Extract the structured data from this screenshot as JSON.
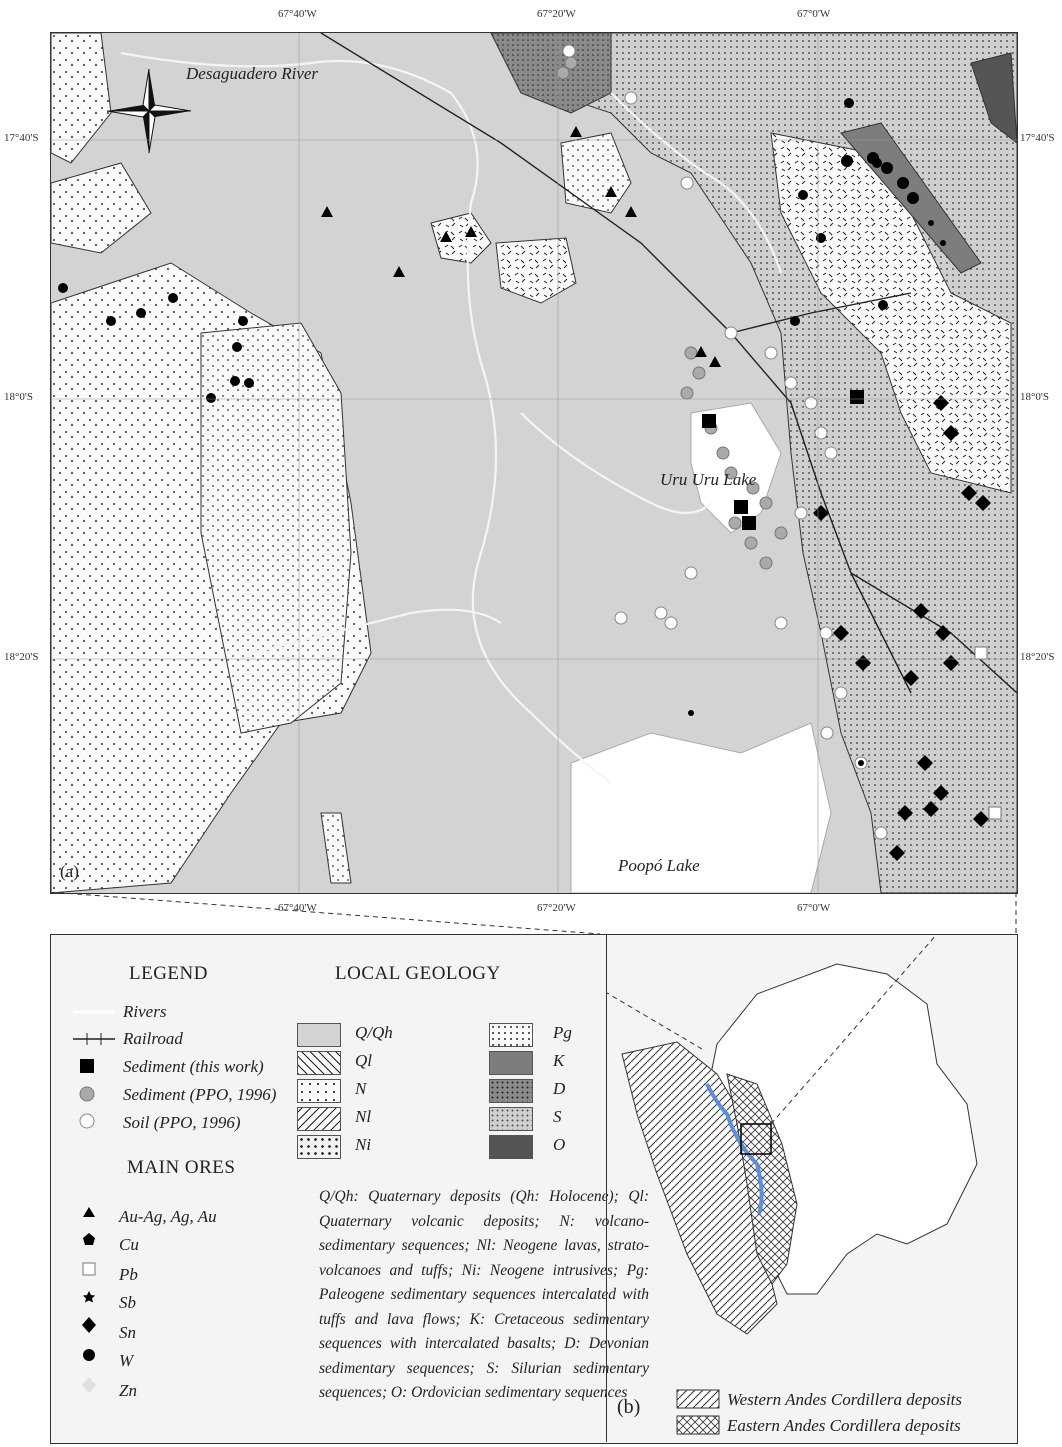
{
  "map": {
    "panel_label": "(a)",
    "coords_top": [
      "67°40'W",
      "67°20'W",
      "67°0'W"
    ],
    "coords_bottom": [
      "67°40'W",
      "67°20'W",
      "67°0'W"
    ],
    "coords_left": [
      "17°40'S",
      "18°0'S",
      "18°20'S"
    ],
    "coords_right": [
      "17°40'S",
      "18°0'S",
      "18°20'S"
    ],
    "place_labels": {
      "river": "Desaguadero River",
      "uru_uru": "Uru Uru Lake",
      "poopo": "Poopó Lake"
    }
  },
  "legend": {
    "title": "LEGEND",
    "items": [
      {
        "label": "Rivers",
        "symbol": "river-line"
      },
      {
        "label": "Railroad",
        "symbol": "railroad-line"
      },
      {
        "label": "Sediment (this work)",
        "symbol": "black-square"
      },
      {
        "label": "Sediment (PPO, 1996)",
        "symbol": "gray-circle"
      },
      {
        "label": "Soil (PPO, 1996)",
        "symbol": "white-circle"
      }
    ],
    "ores_title": "MAIN ORES",
    "ores": [
      {
        "label": "Au-Ag, Ag, Au",
        "symbol": "triangle"
      },
      {
        "label": "Cu",
        "symbol": "pentagon"
      },
      {
        "label": "Pb",
        "symbol": "white-square"
      },
      {
        "label": "Sb",
        "symbol": "star"
      },
      {
        "label": "Sn",
        "symbol": "diamond"
      },
      {
        "label": "W",
        "symbol": "circle"
      },
      {
        "label": "Zn",
        "symbol": "light-diamond"
      }
    ]
  },
  "geology": {
    "title": "LOCAL GEOLOGY",
    "units_left": [
      "Q/Qh",
      "Ql",
      "N",
      "Nl",
      "Ni"
    ],
    "units_right": [
      "Pg",
      "K",
      "D",
      "S",
      "O"
    ],
    "description": "Q/Qh: Quaternary deposits (Qh: Holocene); Ql: Quaternary volcanic deposits; N: volcano-sedimentary sequences; Nl: Neogene lavas, strato-volcanoes and tuffs; Ni: Neogene intrusives; Pg: Paleogene sedimentary sequences intercalated with tuffs and lava flows; K: Cretaceous sedimentary sequences with intercalated basalts; D: Devonian sedimentary sequences; S: Silurian sedimentary sequences; O: Ordovician sedimentary sequences"
  },
  "inset": {
    "panel_label": "(b)",
    "legend": [
      "Western Andes Cordillera deposits",
      "Eastern Andes Cordillera deposits"
    ]
  }
}
